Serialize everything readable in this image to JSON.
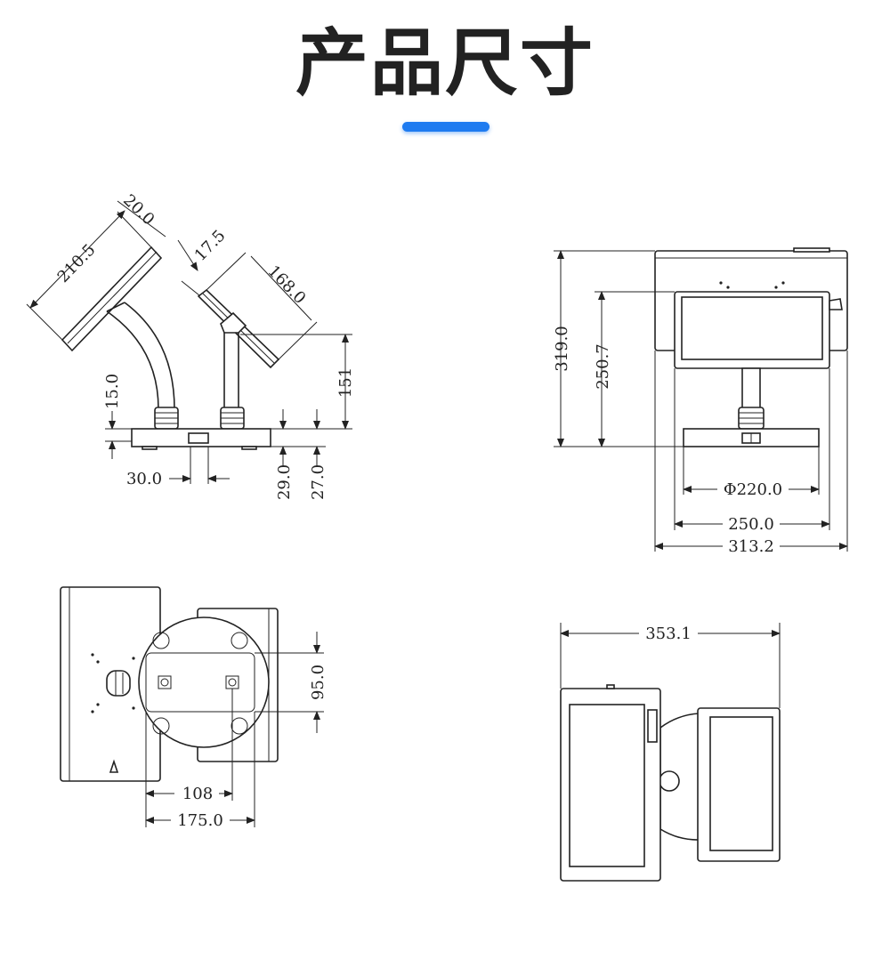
{
  "header": {
    "title": "产品尺寸",
    "accent_color": "#1e7bf0"
  },
  "side_view": {
    "dims": {
      "screen_length": "210.5",
      "screen_thickness": "20.0",
      "second_thickness": "17.5",
      "second_length": "168.0",
      "height": "151",
      "base_clearance": "15.0",
      "port_offset": "30.0",
      "base_height_a": "29.0",
      "base_height_b": "27.0"
    }
  },
  "front_view": {
    "dims": {
      "total_height": "319.0",
      "second_height": "250.7",
      "base_diameter": "Φ220.0",
      "second_width": "250.0",
      "total_width": "313.2"
    }
  },
  "bottom_view": {
    "dims": {
      "hole_spacing_v": "95.0",
      "hole_spacing_h": "108",
      "plate_width": "175.0"
    }
  },
  "top_view": {
    "dims": {
      "total_depth": "353.1"
    }
  }
}
